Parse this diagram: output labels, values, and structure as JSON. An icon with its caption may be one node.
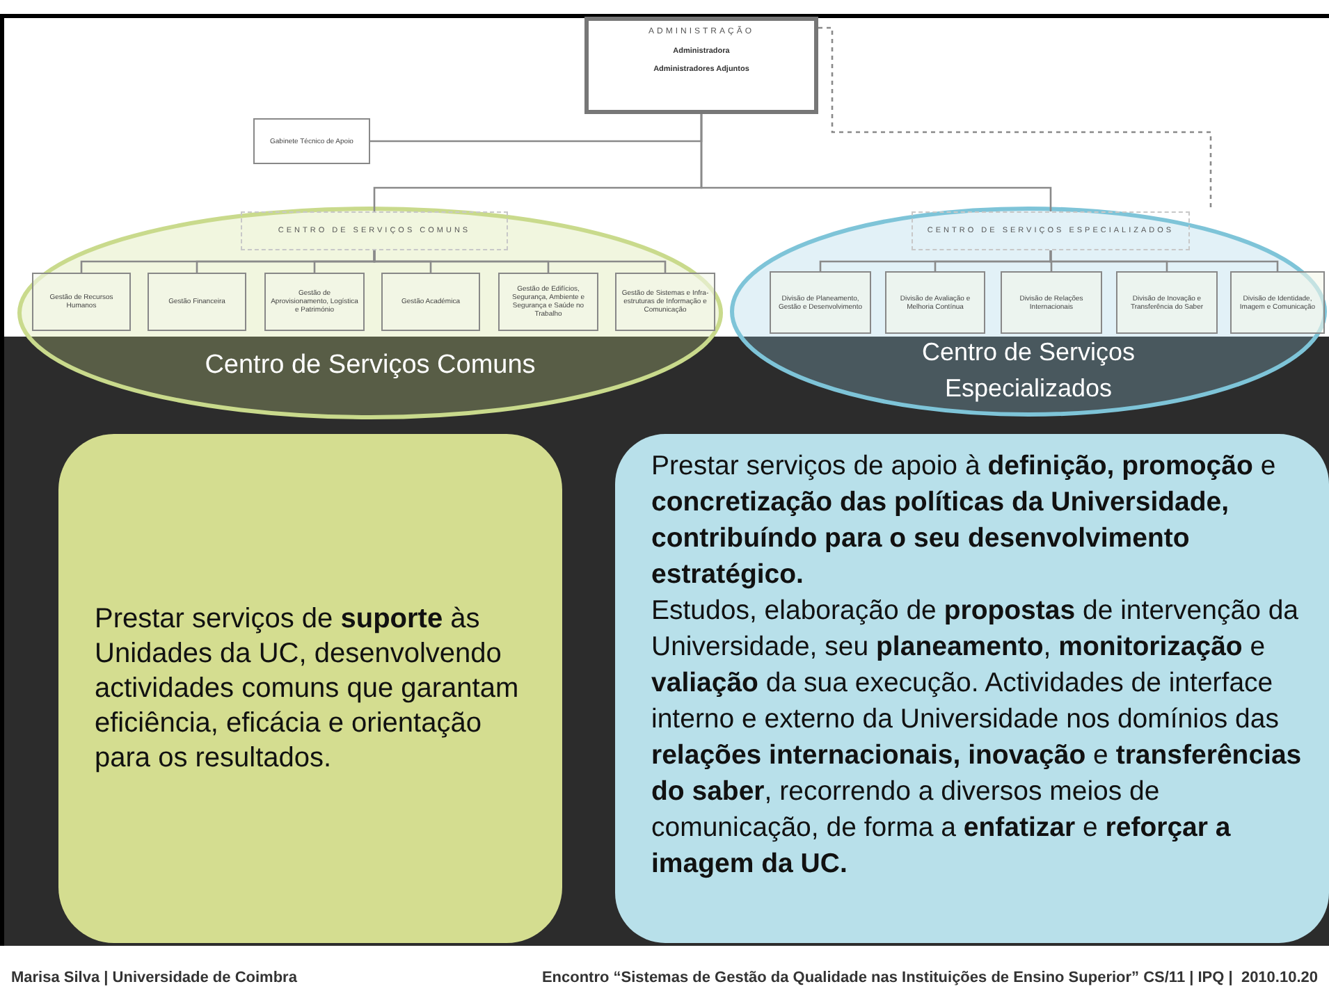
{
  "diagram": {
    "nodes": [
      {
        "text": [
          "ADMINISTRAÇÃO",
          "Administradora",
          "Administradores Adjuntos"
        ]
      },
      {
        "text": [
          "Gabinete Técnico de Apoio"
        ]
      },
      {
        "text": [
          "Centro de Serviços Comuns"
        ]
      },
      {
        "text": [
          "CENTRO DE SERVIÇOS COMUNS"
        ],
        "in": 2
      },
      {
        "text": [
          "Gestão de Recursos Humanos"
        ],
        "in": 2
      },
      {
        "text": [
          "Gestão Financeira"
        ],
        "in": 2
      },
      {
        "text": [
          "Gestão de Aprovisionamento, Logística e Património"
        ],
        "in": 2
      },
      {
        "text": [
          "Gestão Académica"
        ],
        "in": 2
      },
      {
        "text": [
          "Gestão de Edifícios, Segurança, Ambiente e Segurança e Saúde no Trabalho"
        ],
        "in": 2
      },
      {
        "text": [
          "Gestão de Sistemas e Infra-estruturas de Informação e Comunicação"
        ],
        "in": 2
      },
      {
        "text": [
          "Centro de Serviços Especializados"
        ]
      },
      {
        "text": [
          "CENTRO DE SERVIÇOS ESPECIALIZADOS"
        ],
        "in": 10
      },
      {
        "text": [
          "Divisão de Planeamento, Gestão e Desenvolvimento"
        ],
        "in": 10
      },
      {
        "text": [
          "Divisão de Avaliação e Melhoria Contínua"
        ],
        "in": 10
      },
      {
        "text": [
          "Divisão de Relações Internacionais"
        ],
        "in": 10
      },
      {
        "text": [
          "Divisão de Inovação e Transferência do Saber"
        ],
        "in": 10
      },
      {
        "text": [
          "Divisão de Identidade, Imagem e Comunicação"
        ],
        "in": 10
      },
      {
        "text": [
          "Prestar serviços de **suporte** às Unidades da UC, desenvolvendo actividades comuns que garantam eficiência, eficácia e orientação para os resultados."
        ]
      },
      {
        "text": [
          "Prestar serviços de apoio à **definição, promoção** e **concretização das políticas da Universidade, contribuíndo para o seu desenvolvimento estratégico.**",
          "Estudos, elaboração de **propostas** de intervenção da Universidade, seu **planeamento**, **monitorização** e **valiação** da sua execução.  Actividades de interface interno e externo da Universidade nos domínios das **relações  internacionais, inovação** e **transferências do saber**, recorrendo a diversos meios de comunicação, de forma a **enfatizar** e **reforçar a imagem da UC.**"
        ]
      }
    ],
    "edges": [
      {
        "from": 0,
        "to": 1,
        "arrow": "none"
      },
      {
        "from": 0,
        "to": 3,
        "arrow": "none"
      },
      {
        "from": 0,
        "to": 11,
        "arrow": "none"
      },
      {
        "from": 0,
        "to": 11,
        "arrow": "none",
        "style": "dashed"
      },
      {
        "from": 3,
        "to": 4,
        "arrow": "none"
      },
      {
        "from": 3,
        "to": 5,
        "arrow": "none"
      },
      {
        "from": 3,
        "to": 6,
        "arrow": "none"
      },
      {
        "from": 3,
        "to": 7,
        "arrow": "none"
      },
      {
        "from": 3,
        "to": 8,
        "arrow": "none"
      },
      {
        "from": 3,
        "to": 9,
        "arrow": "none"
      },
      {
        "from": 11,
        "to": 12,
        "arrow": "none"
      },
      {
        "from": 11,
        "to": 13,
        "arrow": "none"
      },
      {
        "from": 11,
        "to": 14,
        "arrow": "none"
      },
      {
        "from": 11,
        "to": 15,
        "arrow": "none"
      },
      {
        "from": 11,
        "to": 16,
        "arrow": "none"
      }
    ],
    "labels": [
      "Marisa Silva | Universidade de Coimbra",
      "Encontro “Sistemas de Gestão da Qualidade nas Instituições de Ensino Superior” CS/11 | IPQ |  2010.10.20"
    ]
  }
}
